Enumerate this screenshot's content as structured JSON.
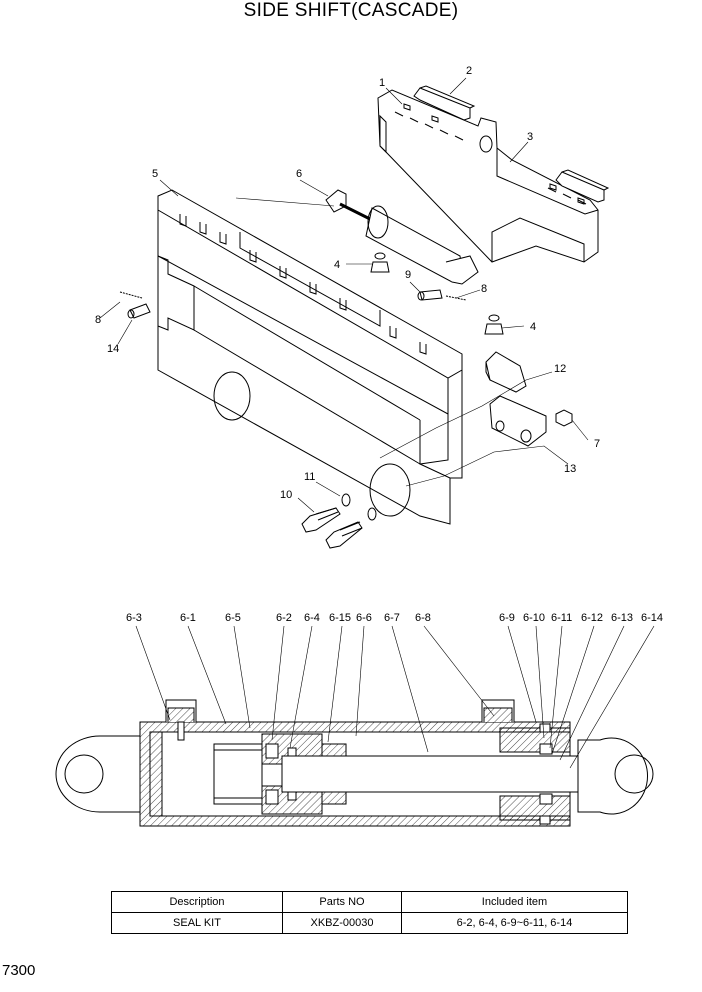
{
  "title": "SIDE SHIFT(CASCADE)",
  "page_number": "7300",
  "upper_callouts": [
    "1",
    "2",
    "3",
    "4",
    "4",
    "5",
    "6",
    "7",
    "8",
    "8",
    "9",
    "10",
    "11",
    "12",
    "13",
    "14"
  ],
  "lower_callouts": [
    "6-3",
    "6-1",
    "6-5",
    "6-2",
    "6-4",
    "6-15",
    "6-6",
    "6-7",
    "6-8",
    "6-9",
    "6-10",
    "6-11",
    "6-12",
    "6-13",
    "6-14"
  ],
  "table": {
    "headers": [
      "Description",
      "Parts NO",
      "Included item"
    ],
    "rows": [
      [
        "SEAL KIT",
        "XKBZ-00030",
        "6-2, 6-4, 6-9~6-11, 6-14"
      ]
    ]
  }
}
